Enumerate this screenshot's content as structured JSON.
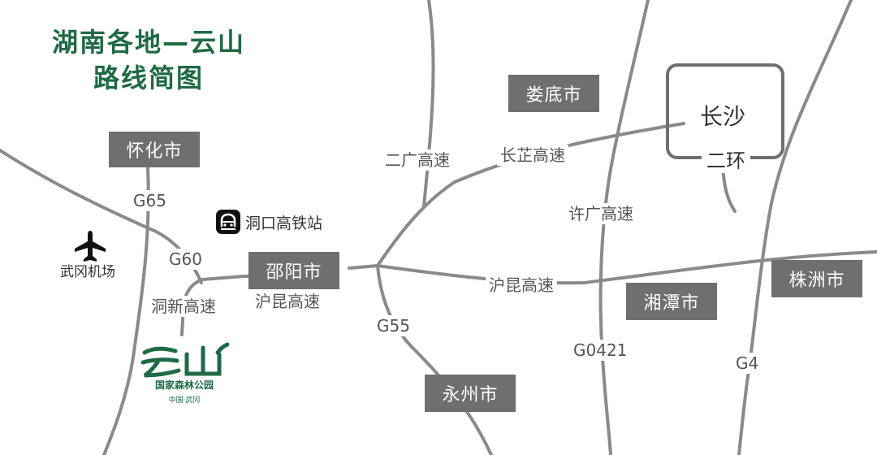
{
  "title": {
    "line1": "湖南各地—云山",
    "line2": "路线简图"
  },
  "cities": {
    "huaihua": "怀化市",
    "shaoyang": "邵阳市",
    "loudi": "娄底市",
    "yongzhou": "永州市",
    "xiangtan": "湘潭市",
    "zhuzhou": "株洲市"
  },
  "changsha": {
    "name": "长沙",
    "ring": "二环"
  },
  "roads": {
    "g65": "G65",
    "g60": "G60",
    "g55": "G55",
    "g0421": "G0421",
    "g4": "G4",
    "erguang": "二广高速",
    "changzhi": "长芷高速",
    "xuguang": "许广高速",
    "hukun_east": "沪昆高速",
    "hukun_west": "沪昆高速",
    "dongxin": "洞新高速"
  },
  "places": {
    "station": "洞口高铁站",
    "airport": "武冈机场"
  },
  "logo": {
    "sub": "国家森林公园",
    "sub2": "中国·武冈"
  },
  "colors": {
    "road": "#8a8a8a",
    "city_box": "#6f6f6f",
    "title": "#1f6a45"
  },
  "icons": [
    "station-icon",
    "airport-plane-icon",
    "yunshan-logo"
  ]
}
